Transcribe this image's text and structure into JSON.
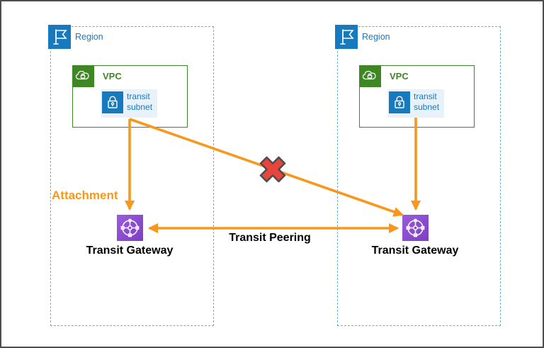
{
  "diagram": {
    "type": "aws-network-architecture",
    "regions": [
      {
        "label": "Region",
        "vpc_label": "VPC",
        "subnet_label": "transit subnet",
        "gateway_label": "Transit Gateway"
      },
      {
        "label": "Region",
        "vpc_label": "VPC",
        "subnet_label": "transit subnet",
        "gateway_label": "Transit Gateway"
      }
    ],
    "connections": {
      "attachment_label": "Attachment",
      "peering_label": "Transit Peering",
      "blocked_marker": "red-x"
    },
    "colors": {
      "arrow_orange": "#f7981d",
      "region_blue": "#1779be",
      "region_border_blue": "#6fabd8",
      "vpc_green": "#3f8624",
      "subnet_bg_blue": "#e8f2fa",
      "gateway_purple_from": "#9a5cdb",
      "gateway_purple_to": "#7d3ec4",
      "blocked_red": "#e8453c",
      "blocked_outline": "#4d4d4d",
      "frame_gray": "#4d4d4d"
    }
  }
}
